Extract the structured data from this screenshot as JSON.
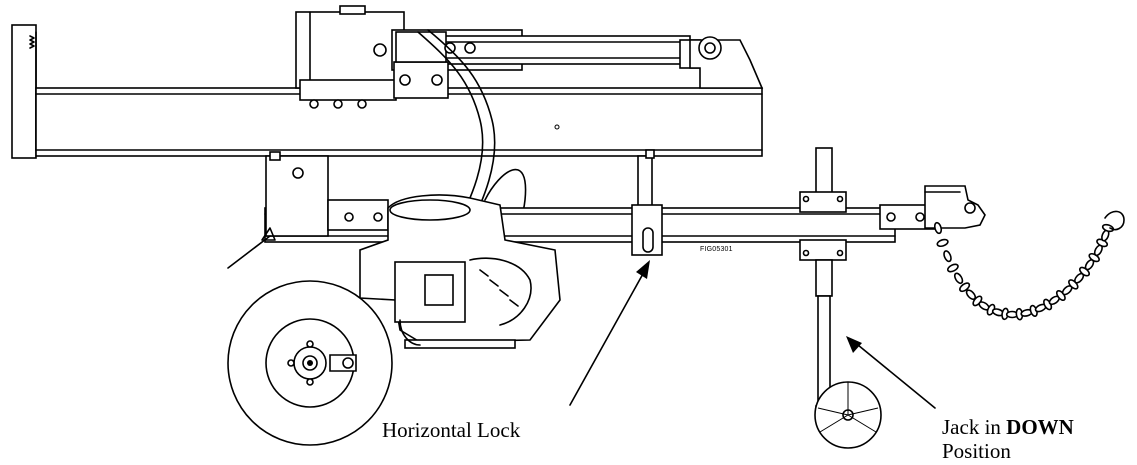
{
  "figure_id": "FIG05301",
  "callouts": {
    "horizontal_lock": "Horizontal Lock",
    "jack_prefix": "Jack in",
    "jack_bold": "DOWN",
    "jack_suffix": "Position"
  }
}
